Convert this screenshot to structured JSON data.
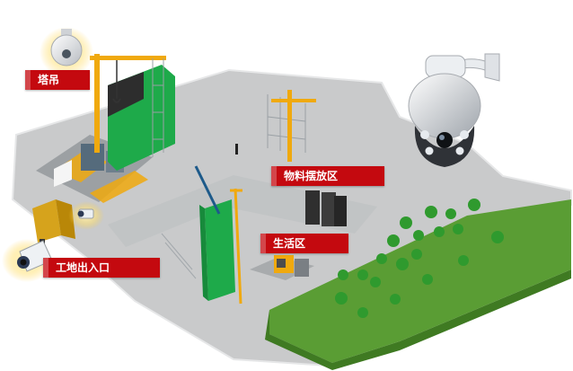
{
  "labels": {
    "tower_crane": "塔吊",
    "materials_area": "物料摆放区",
    "living_area": "生活区",
    "site_entrance": "工地出入口"
  },
  "colors": {
    "label_bg": "#c4090f",
    "ground": "#c9cacb",
    "grass": "#5a9d34",
    "crane": "#f0a90e",
    "building_green": "#1eaa4a",
    "tree": "#2f9a2e"
  },
  "icons": {
    "dome_camera": "dome-camera-icon",
    "ptz_camera": "ptz-camera-icon",
    "bullet_camera": "bullet-camera-icon"
  }
}
